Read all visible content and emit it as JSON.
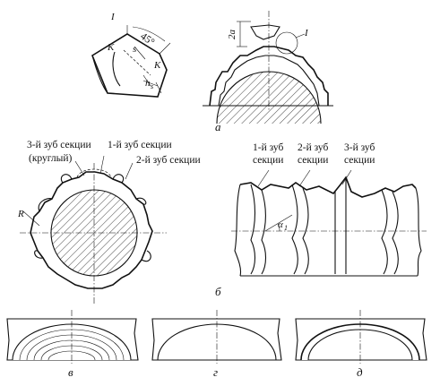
{
  "panel_a": {
    "detail_mark": "I",
    "angle_label": "45°",
    "k_left": "K",
    "k_right": "K",
    "s_label": "s",
    "h_label": "h",
    "h_sub": "s",
    "two_a_label": "2a",
    "detail_mark_right": "I",
    "caption": "а"
  },
  "panel_b": {
    "label_tooth3_line1": "3-й зуб секции",
    "label_tooth3_line2": "(круглый)",
    "label_tooth1": "1-й зуб секции",
    "label_tooth2": "2-й зуб секции",
    "radius_label": "R",
    "col1_line1": "1-й зуб",
    "col1_line2": "секции",
    "col2_line1": "2-й зуб",
    "col2_line2": "секции",
    "col3_line1": "3-й зуб",
    "col3_line2": "секции",
    "alpha_label": "α",
    "alpha_sub": "1",
    "caption": "б"
  },
  "panel_bottom": {
    "caption_v": "в",
    "caption_g": "г",
    "caption_d": "д"
  }
}
